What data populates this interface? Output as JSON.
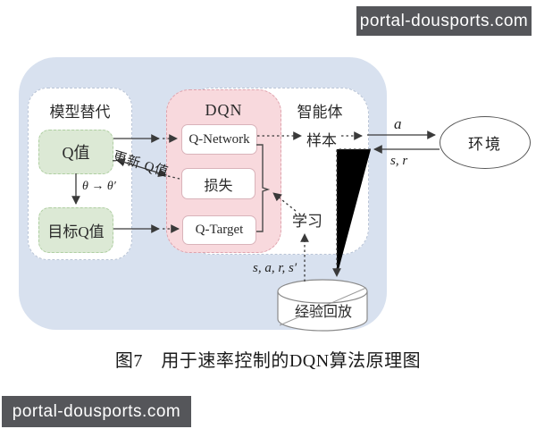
{
  "watermarks": {
    "top": "portal-dousports.com",
    "bottom": "portal-dousports.com"
  },
  "figure": {
    "caption": "图7　用于速率控制的DQN算法原理图"
  },
  "diagram": {
    "groups": {
      "model": "模型替代",
      "dqn": "DQN",
      "agent": "智能体"
    },
    "nodes": {
      "q_value": "Q值",
      "target_q_value": "目标Q值",
      "q_network": "Q-Network",
      "loss": "损失",
      "q_target": "Q-Target",
      "sample": "样本",
      "learn": "学习",
      "environment": "环境",
      "replay_buffer": "经验回放"
    },
    "edge_labels": {
      "update_q": "更新 Q值",
      "theta": "θ → θ′",
      "action": "a",
      "state_reward": "s, r",
      "transition": "s, a, r, s′"
    },
    "colors": {
      "container_fill": "#d8e1ef",
      "dqn_fill": "#f8d9dd",
      "dqn_border": "#dfa3ad",
      "green_fill": "#dce9d5",
      "green_border": "#afcfa2",
      "dashed_border": "#b9c4d6",
      "arrow": "#3a3a3a",
      "badge_bg": "#55565a"
    }
  }
}
